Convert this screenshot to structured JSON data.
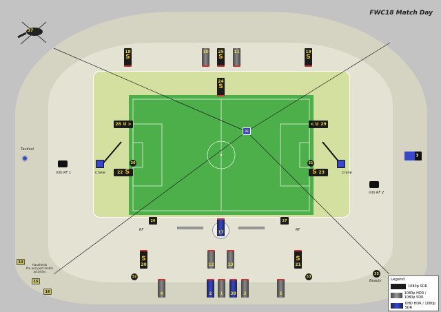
{
  "title": "FWC18 Match Day",
  "cameras": {
    "c1": "1",
    "c2": "2",
    "c3": "3",
    "c4": "4",
    "c5": "5",
    "c7": "7",
    "c10": "10",
    "c11": "11",
    "c12": "12",
    "c13": "13",
    "c14": "14",
    "c15": "15",
    "c16": "16",
    "c17": "17",
    "c18": "18",
    "c19": "19",
    "c20": "20",
    "c21": "21",
    "c22": "22",
    "c23": "23",
    "c24": "24",
    "c25": "25",
    "c26": "26",
    "c27": "27",
    "c28": "28",
    "c29": "29",
    "c30": "30",
    "c31": "31",
    "c32": "32",
    "c33": "33",
    "c35": "35",
    "c36": "36",
    "c37": "37",
    "c38": "38"
  },
  "symbols": {
    "super_slow": "S",
    "ultra_left": "< U",
    "ultra_right": "U >"
  },
  "labels": {
    "tactical": "Tactical",
    "info_rf1": "Info RF 1",
    "info_rf2": "Info RF 2",
    "crane": "Crane",
    "rf": "RF",
    "beauty": "Beauty",
    "handhelds": "Handhelds",
    "handhelds_sub": "Pre and post match activities"
  },
  "legend": {
    "title": "Legend",
    "items": [
      {
        "label": "1080p SDR",
        "color": "#1b1b1b"
      },
      {
        "label": "1080p HDR / 1080p SDR",
        "color": "#777777"
      },
      {
        "label": "UHD HDR / 1080p SDR",
        "color": "#3348d8"
      }
    ]
  }
}
